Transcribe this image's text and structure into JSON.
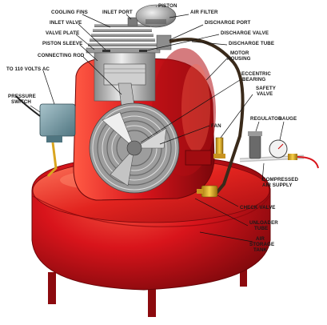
{
  "labels": {
    "cooling_fins": "COOLING FINS",
    "inlet_port": "INLET PORT",
    "piston": "PISTON",
    "air_filter": "AIR FILTER",
    "inlet_valve": "INLET VALVE",
    "discharge_port": "DISCHARGE PORT",
    "valve_plate": "VALVE PLATE",
    "discharge_valve": "DISCHARGE VALVE",
    "piston_sleeve": "PISTON SLEEVE",
    "discharge_tube": "DISCHARGE TUBE",
    "connecting_rod": "CONNECTING ROD",
    "motor": "MOTOR",
    "housing": "HOUSING",
    "to_110_volts_ac": "TO 110 VOLTS AC",
    "eccentric": "ECCENTRIC",
    "bearing": "BEARING",
    "safety": "SAFETY",
    "valve": "VALVE",
    "regulator": "REGULATOR",
    "gauge": "GAUGE",
    "pressure": "PRESSURE",
    "switch": "SWITCH",
    "fan": "FAN",
    "compressed": "COMPRESSED",
    "air_supply": "AIR SUPPLY",
    "check_valve": "CHECK VALVE",
    "unloader": "UNLOADER",
    "tube": "TUBE",
    "air": "AIR",
    "storage": "STORAGE",
    "tank": "TANK"
  },
  "colors": {
    "tank_red": "#d8141b",
    "tank_dark": "#8c0a0e",
    "tank_highlight": "#f25a4a",
    "metal_light": "#d9d9d9",
    "metal_dark": "#6b6b6b",
    "brass": "#d9a520",
    "switch_blue": "#7fa3ad",
    "hose": "#3a2a1a"
  }
}
